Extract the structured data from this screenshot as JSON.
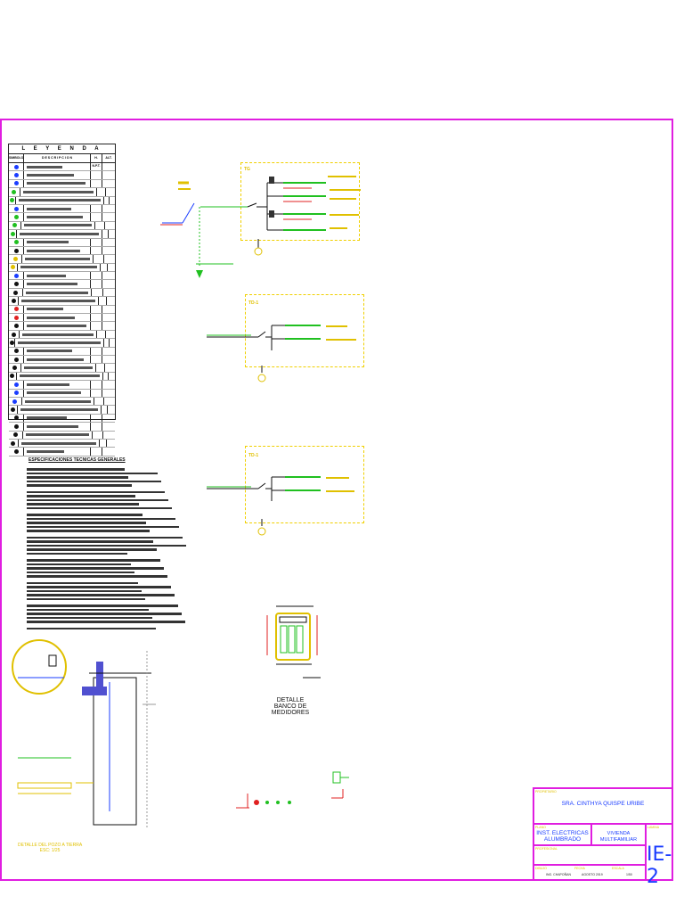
{
  "legend": {
    "title": "L E Y E N D A",
    "col_symbol": "SIMBOLO",
    "col_desc": "D E S C R I P C I O N",
    "col_h": "H. N.P.T.",
    "col_alt": "ALT.",
    "rows": 35
  },
  "specs": {
    "title": "ESPECIFICACIONES TECNICAS GENERALES"
  },
  "panels": {
    "tg": "TG",
    "td1": "TD-1",
    "td2": "TD-1"
  },
  "detail_medidores": {
    "line1": "DETALLE",
    "line2": "BANCO DE MEDIDORES"
  },
  "detail_pozo": {
    "label": "DETALLE DEL POZO A TIERRA",
    "scale": "ESC: 1/25"
  },
  "title_block": {
    "owner_label": "PROPIETARIO",
    "owner": "SRA. CINTHYA QUISPE URIBE",
    "plan_label": "PLANO",
    "plan_line1": "INST. ELECTRICAS",
    "plan_line2": "ALUMBRADO",
    "project": "VIVIENDA MULTIFAMILIAR",
    "sheet_label": "LAMINA",
    "sheet_code": "IE-2",
    "engineer_label": "PROFESIONAL",
    "drawn_label": "DIBUJO",
    "date_label": "FECHA",
    "scale_label": "ESCALA",
    "drawn": "ING. CHAPOÑAN",
    "date": "AGOSTO 2019",
    "scale": "1/50"
  },
  "colors": {
    "border": "#e01ee0",
    "yellow": "#f0d000",
    "green": "#20c020",
    "blue": "#1a3cff",
    "red": "#e02020"
  }
}
